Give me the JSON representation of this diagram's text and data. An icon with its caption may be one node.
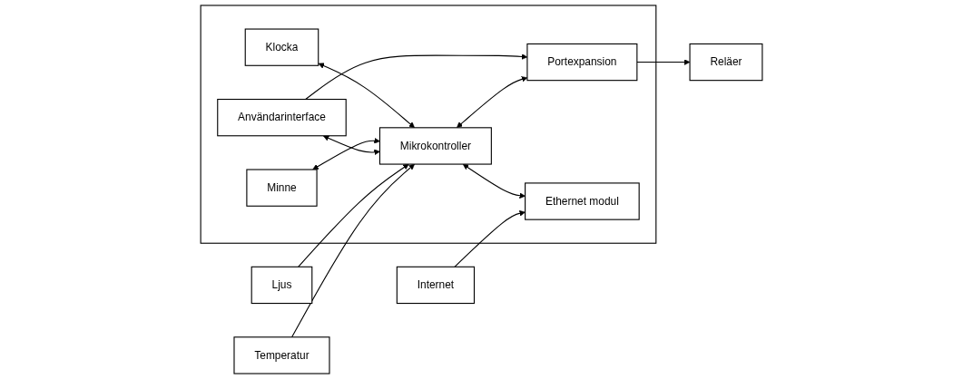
{
  "diagram": {
    "nodes": [
      {
        "text": [],
        "shape": "box"
      },
      {
        "text": [
          "Klocka"
        ],
        "in": 0
      },
      {
        "text": [
          "Minne"
        ],
        "in": 0
      },
      {
        "text": [
          "Användarinterface"
        ],
        "in": 0
      },
      {
        "text": [
          "Ljus"
        ]
      },
      {
        "text": [
          "Mikrokontroller"
        ],
        "in": 0
      },
      {
        "text": [
          "Portexpansion"
        ],
        "in": 0
      },
      {
        "text": [
          "Reläer"
        ]
      },
      {
        "text": [
          "Temperatur"
        ]
      },
      {
        "text": [
          "Ethernet modul"
        ],
        "in": 0
      },
      {
        "text": [
          "Internet"
        ]
      }
    ],
    "edges": [
      {
        "from": 1,
        "to": 5,
        "arrow": "both"
      },
      {
        "from": 2,
        "to": 5,
        "arrow": "both"
      },
      {
        "from": 3,
        "to": 5,
        "arrow": "both"
      },
      {
        "from": 3,
        "to": 6,
        "arrow": "to"
      },
      {
        "from": 4,
        "to": 5,
        "arrow": "to"
      },
      {
        "from": 8,
        "to": 5,
        "arrow": "to"
      },
      {
        "from": 5,
        "to": 6,
        "arrow": "both"
      },
      {
        "from": 6,
        "to": 7,
        "arrow": "to"
      },
      {
        "from": 5,
        "to": 9,
        "arrow": "both"
      },
      {
        "from": 10,
        "to": 9,
        "arrow": "to"
      }
    ]
  }
}
